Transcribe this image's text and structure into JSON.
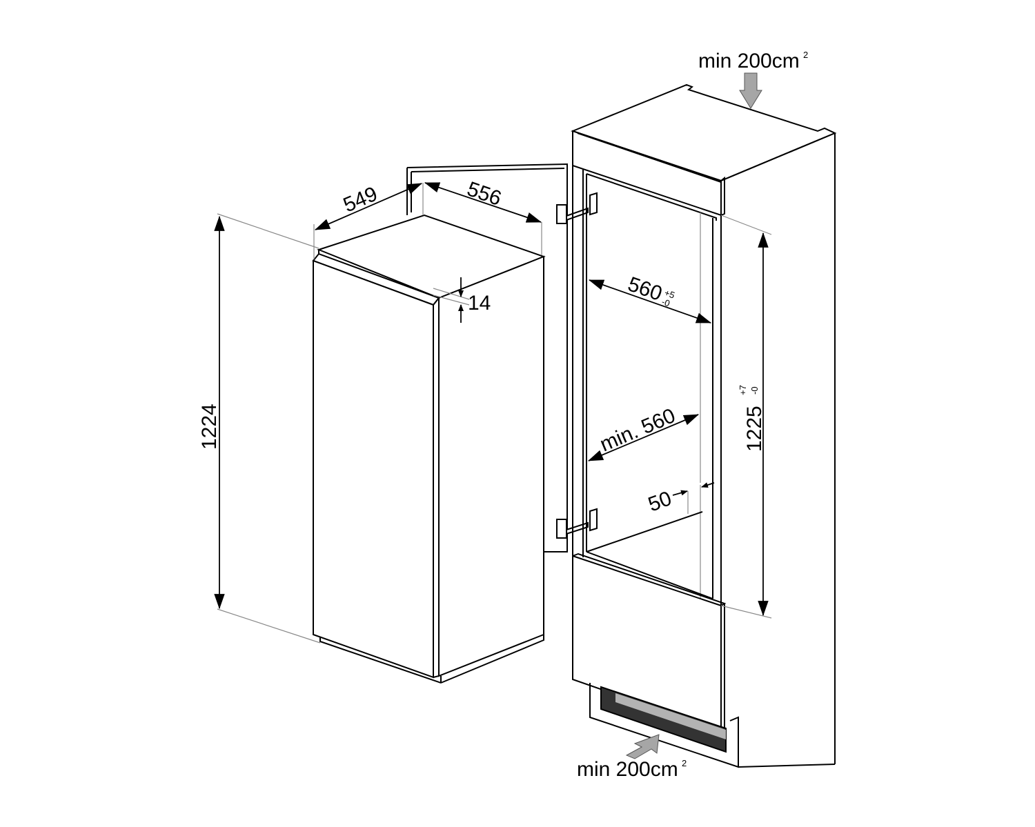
{
  "diagram": {
    "type": "built-in refrigerator installation dimensions",
    "colors": {
      "line": "#000000",
      "extension_line": "#888888",
      "airflow_arrow": "#a6a6a6",
      "vent_dark": "#333333",
      "vent_light": "#b3b3b3",
      "background": "#ffffff"
    },
    "appliance": {
      "depth_label": "549",
      "width_label": "556",
      "height_label": "1224",
      "door_offset_label": "14"
    },
    "niche": {
      "width_label": "560",
      "width_tol_plus": "+5",
      "width_tol_minus": "-0",
      "depth_label": "min. 560",
      "back_gap_label": "50",
      "height_label": "1225",
      "height_tol_plus": "+7",
      "height_tol_minus": "-0"
    },
    "ventilation": {
      "top": {
        "label": "min 200cm",
        "sup": "2",
        "arrow": "down-arrow"
      },
      "bottom": {
        "label": "min 200cm",
        "sup": "2",
        "arrow": "diagonal-arrow"
      }
    }
  }
}
